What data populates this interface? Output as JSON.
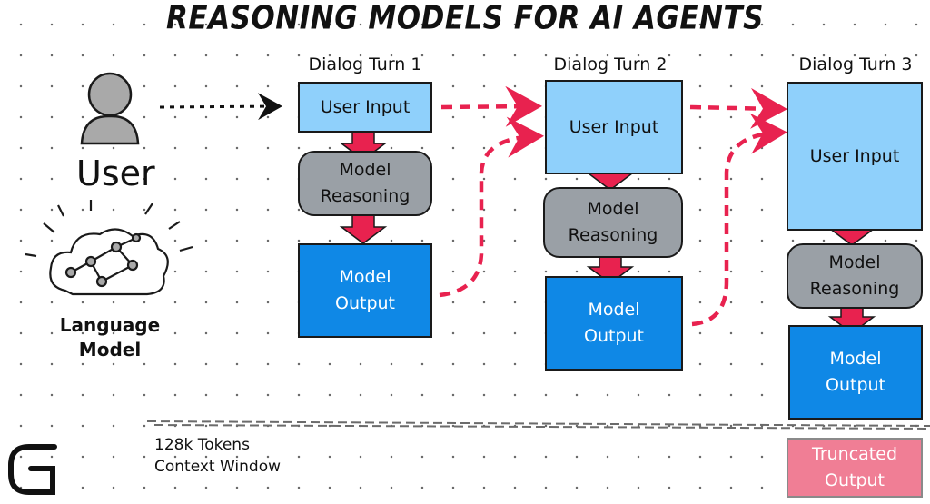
{
  "title": "REASONING MODELS FOR AI AGENTS",
  "user_label": "User",
  "language_model_label": [
    "Language",
    "Model"
  ],
  "context": {
    "tokens": "128k Tokens",
    "window": "Context Window"
  },
  "turns": [
    {
      "label": "Dialog Turn 1",
      "input": [
        "User Input"
      ],
      "reasoning": [
        "Model",
        "Reasoning"
      ],
      "output": [
        "Model",
        "Output"
      ]
    },
    {
      "label": "Dialog Turn 2",
      "input": [
        "User Input"
      ],
      "reasoning": [
        "Model",
        "Reasoning"
      ],
      "output": [
        "Model",
        "Output"
      ]
    },
    {
      "label": "Dialog Turn 3",
      "input": [
        "User Input"
      ],
      "reasoning": [
        "Model",
        "Reasoning"
      ],
      "output": [
        "Model",
        "Output"
      ]
    }
  ],
  "truncated": [
    "Truncated",
    "Output"
  ],
  "colors": {
    "user_input": "#8fd0fb",
    "reasoning": "#9aa0a6",
    "output": "#0f88e6",
    "truncated": "#f07e95",
    "flow_arrow": "#e8224f",
    "dialog_arrow": "#e8224f"
  },
  "icons": [
    "user-icon",
    "language-model-cloud-icon",
    "brand-logo-icon"
  ]
}
